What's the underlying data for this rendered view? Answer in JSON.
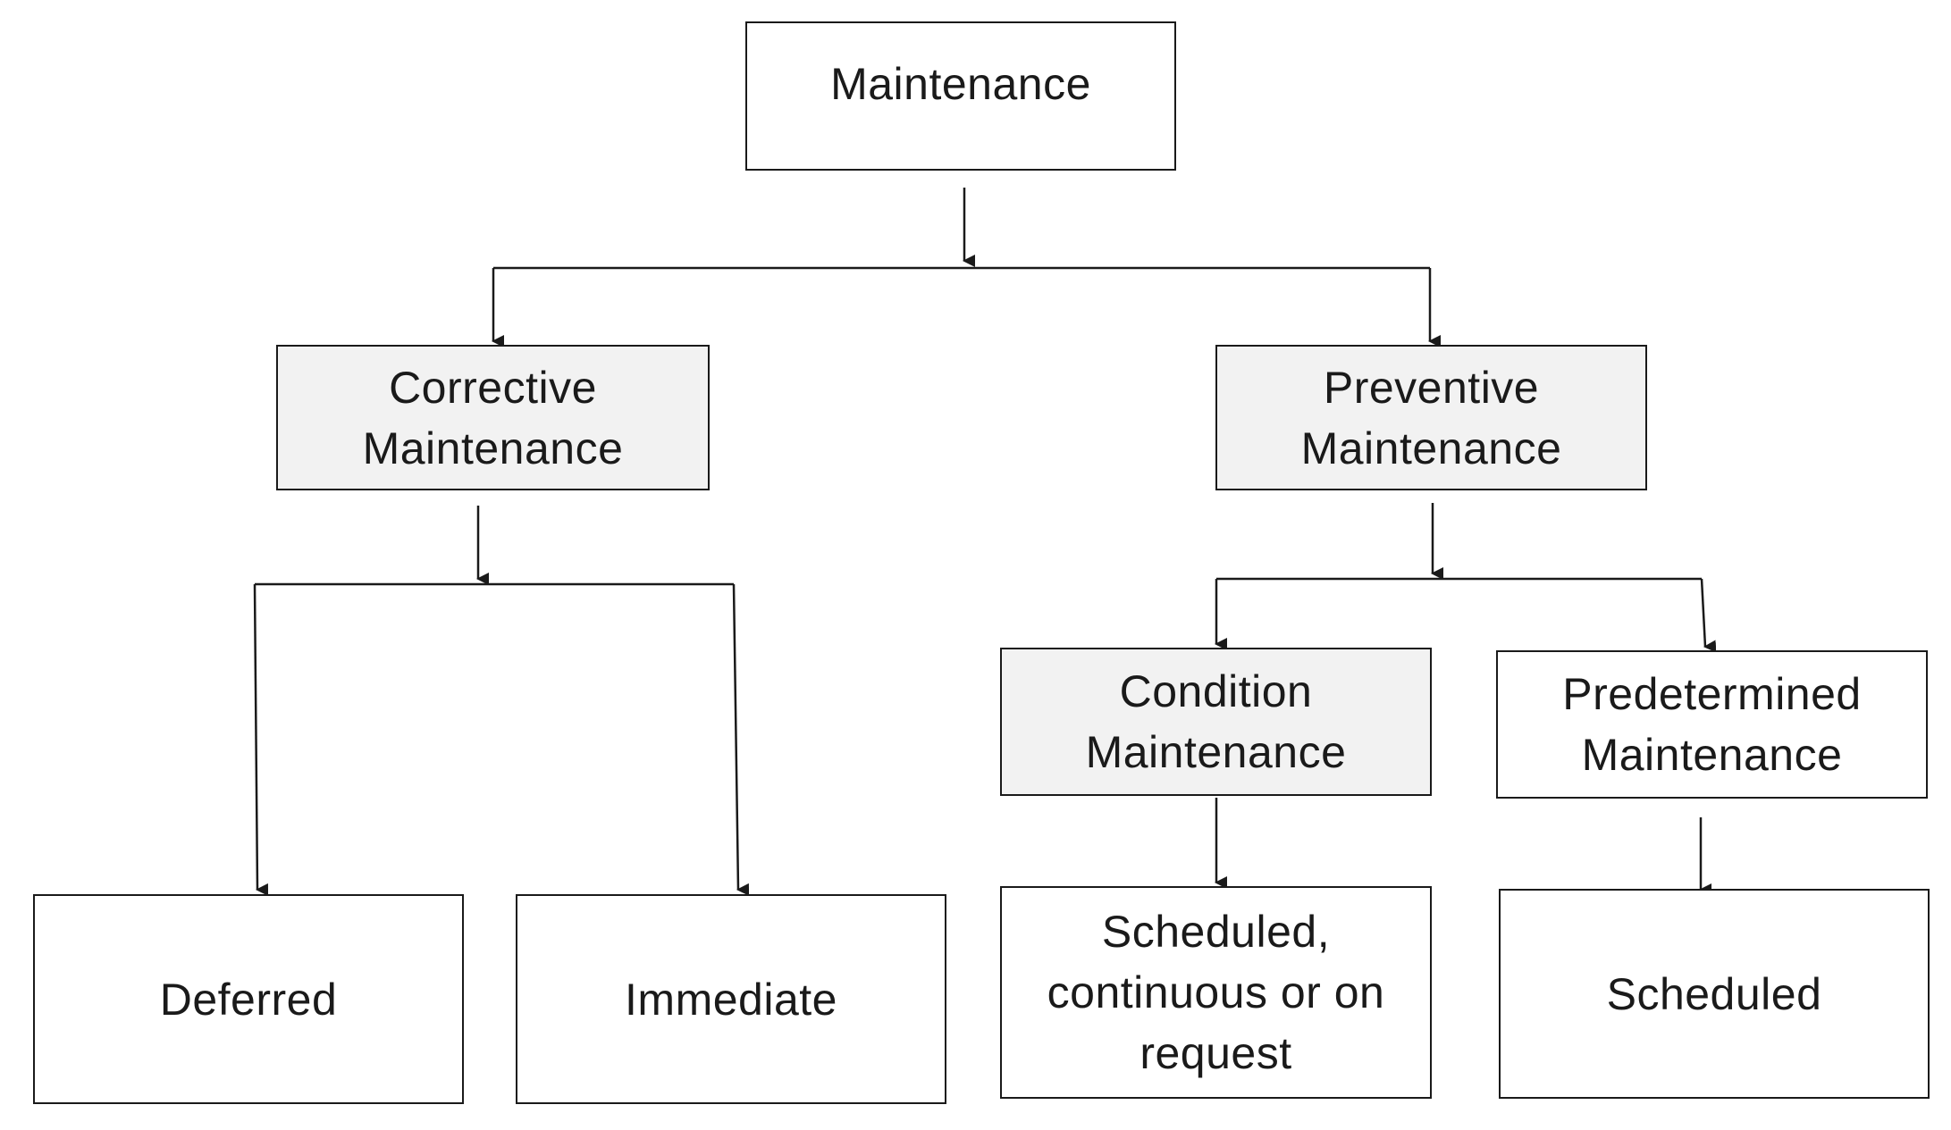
{
  "diagram": {
    "nodes": {
      "maintenance": {
        "lines": [
          "Maintenance"
        ]
      },
      "corrective": {
        "lines": [
          "Corrective",
          "Maintenance"
        ]
      },
      "preventive": {
        "lines": [
          "Preventive",
          "Maintenance"
        ]
      },
      "condition": {
        "lines": [
          "Condition",
          "Maintenance"
        ]
      },
      "predetermined": {
        "lines": [
          "Predetermined",
          "Maintenance"
        ]
      },
      "deferred": {
        "lines": [
          "Deferred"
        ]
      },
      "immediate": {
        "lines": [
          "Immediate"
        ]
      },
      "scheduled_continuous": {
        "lines": [
          "Scheduled,",
          "continuous or on",
          "request"
        ]
      },
      "scheduled": {
        "lines": [
          "Scheduled"
        ]
      }
    },
    "edges": [
      {
        "from": "maintenance",
        "to": "corrective"
      },
      {
        "from": "maintenance",
        "to": "preventive"
      },
      {
        "from": "corrective",
        "to": "deferred"
      },
      {
        "from": "corrective",
        "to": "immediate"
      },
      {
        "from": "preventive",
        "to": "condition"
      },
      {
        "from": "preventive",
        "to": "predetermined"
      },
      {
        "from": "condition",
        "to": "scheduled_continuous"
      },
      {
        "from": "predetermined",
        "to": "scheduled"
      }
    ],
    "colors": {
      "line": "#1a1a1a",
      "shaded_fill": "#f2f2f2",
      "plain_fill": "#ffffff"
    }
  }
}
